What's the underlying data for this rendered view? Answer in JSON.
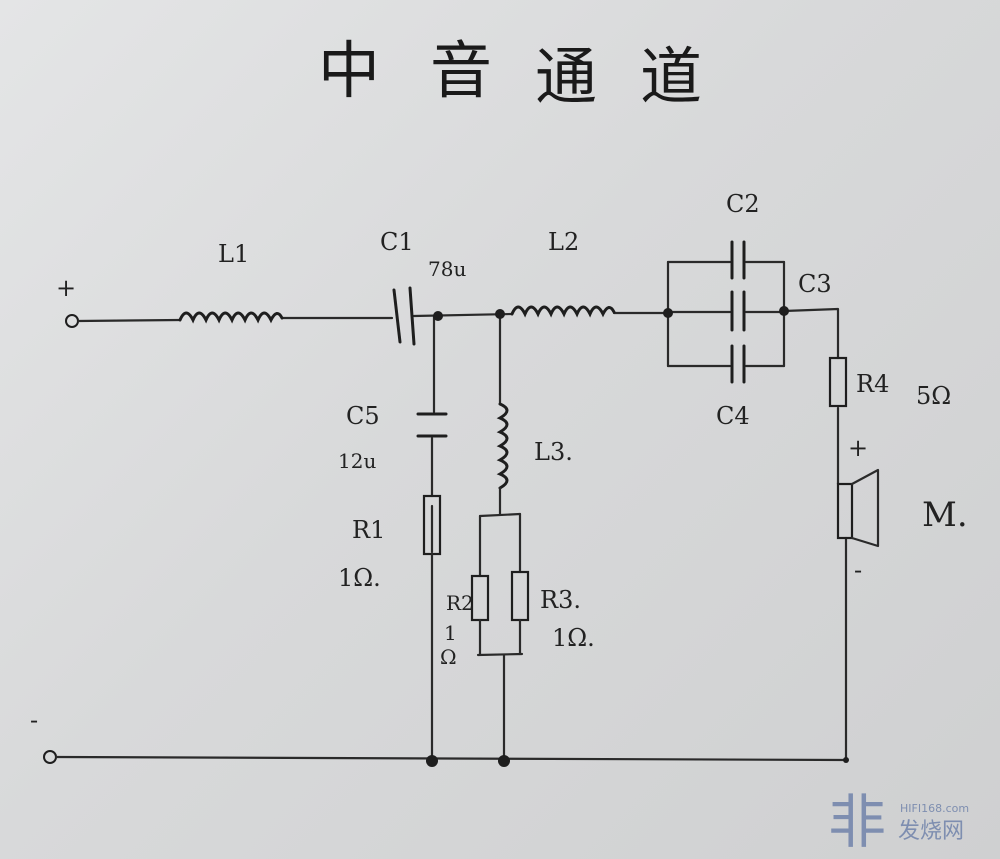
{
  "title": {
    "chars": [
      "中",
      "音",
      "通",
      "道"
    ]
  },
  "labels": {
    "plus_in": "+",
    "minus_in": "-",
    "L1": "L1",
    "L2": "L2",
    "L3": "L3.",
    "C1": "C1",
    "C1_value": "78u",
    "C2": "C2",
    "C3": "C3",
    "C4": "C4",
    "C5": "C5",
    "C5_value": "12u",
    "R1": "R1",
    "R1_value": "1Ω.",
    "R2": "R2",
    "R2_value_1": "1",
    "R2_value_2": "Ω",
    "R3": "R3.",
    "R3_value": "1Ω.",
    "R4": "R4",
    "R4_value": "5Ω",
    "spk_plus": "+",
    "spk_minus": "-",
    "speaker": "M."
  },
  "watermark": {
    "url": "HIFI168.com",
    "name": "发烧网",
    "mark": "非"
  },
  "colors": {
    "ink": "#1e1e1e",
    "paper": "#dcdddd",
    "watermark": "#6a7ea8"
  }
}
